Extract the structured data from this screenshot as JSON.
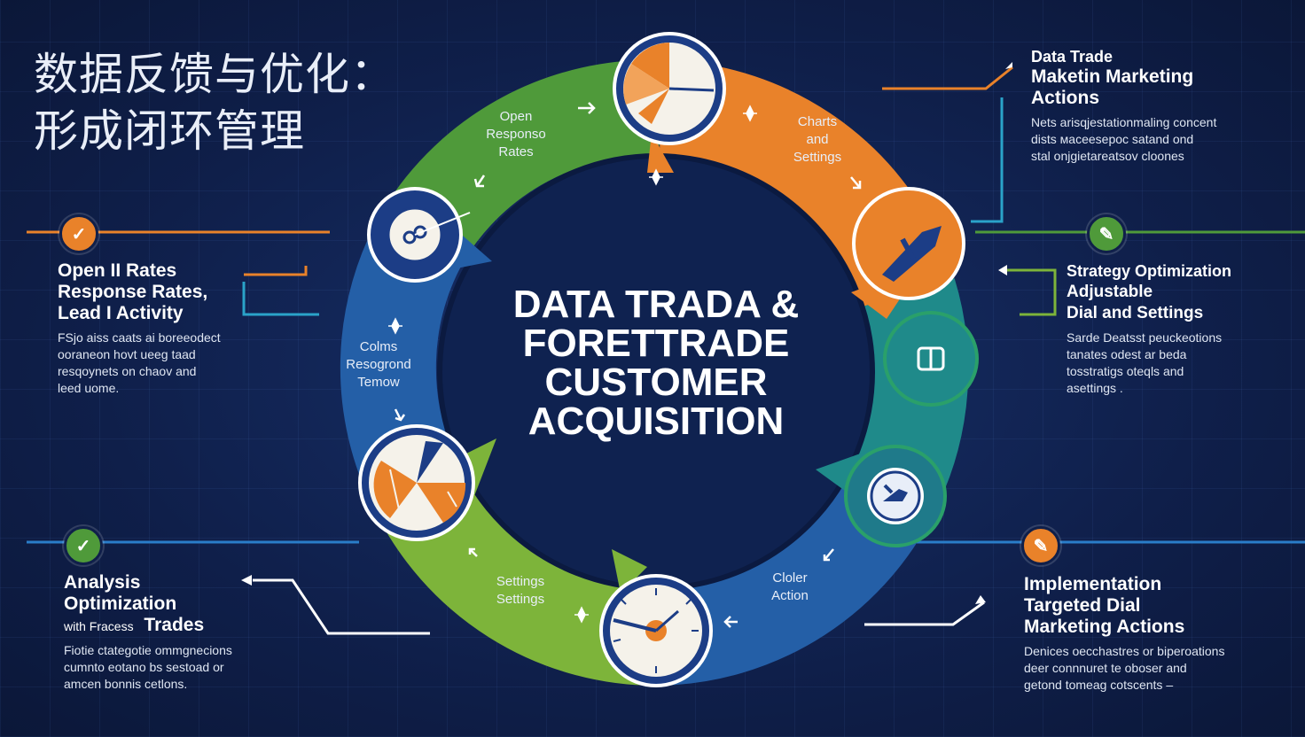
{
  "title": {
    "line1": "数据反馈与优化：",
    "line2": "形成闭环管理"
  },
  "center": {
    "line1": "DATA TRADA &",
    "line2": "FORETTRADE",
    "line3": "CUSTOMER",
    "line4": "ACQUISITION"
  },
  "segments": {
    "top_green": [
      "Open",
      "Responso",
      "Rates"
    ],
    "top_orange": [
      "Charts",
      "and",
      "Settings"
    ],
    "left_blue": [
      "Colms",
      "Resogrond",
      "Temow"
    ],
    "bottom_green": [
      "Settings",
      "Settings"
    ],
    "bottom_blue": [
      "Cloler",
      "Action"
    ]
  },
  "panels": {
    "top_right": {
      "heading": [
        "Data Trade",
        "Maketin Marketing",
        "Actions"
      ],
      "body": [
        "Nets arisqjestationmaling concent",
        "dists мaceesepoc satand ond",
        "stal onjgietarеatsov cloones"
      ]
    },
    "mid_right": {
      "heading": [
        "Strategy Optimization",
        "Adjustable",
        "Dial and Settings"
      ],
      "body": [
        "Sarde Deatsst peuckeotions",
        "tanates odеst ar beda",
        "tosstratigs oteqls and",
        "asettings ."
      ]
    },
    "bottom_right": {
      "heading": [
        "Implementation",
        "Targeted Dial",
        "Marketing Actions"
      ],
      "body": [
        "Denices oecchastres or biperoations",
        "deer connnuret te oboser and",
        "getond tomeag cotscents –"
      ]
    },
    "mid_left": {
      "heading": [
        "Open II Rates",
        "Response Rates,",
        "Lead I Activity"
      ],
      "body": [
        "FSjo aiss caats ai boreeodect",
        "ooraneon hovt ueeg taad",
        "resqoynets on chaov and",
        "leed uome."
      ]
    },
    "bottom_left": {
      "heading": [
        "Analysis",
        "Optimization"
      ],
      "heading_small": "with Fracess",
      "heading_tail": "Trades",
      "body": [
        "Fiotie ctategotie ommgnecions",
        "cumnto eotano bs sestoad or",
        "amcen bonnis cetlons."
      ]
    }
  },
  "colors": {
    "background": "#0f1f4a",
    "green": "#4f9a3a",
    "lime": "#7db43a",
    "orange": "#e9822a",
    "blue": "#245fa7",
    "teal": "#1f8a8a"
  },
  "icons": {
    "top": "pie-chart-icon",
    "upper_right": "pointer-arrow-icon",
    "right": "card-icon",
    "lower_right": "fish-icon",
    "bottom": "gauge-icon",
    "lower_left": "sector-chart-icon",
    "left": "link-icon",
    "badge_left_top": "check-icon",
    "badge_left_bottom": "check-icon",
    "badge_right_top": "pen-icon",
    "badge_right_bottom": "tool-icon"
  }
}
